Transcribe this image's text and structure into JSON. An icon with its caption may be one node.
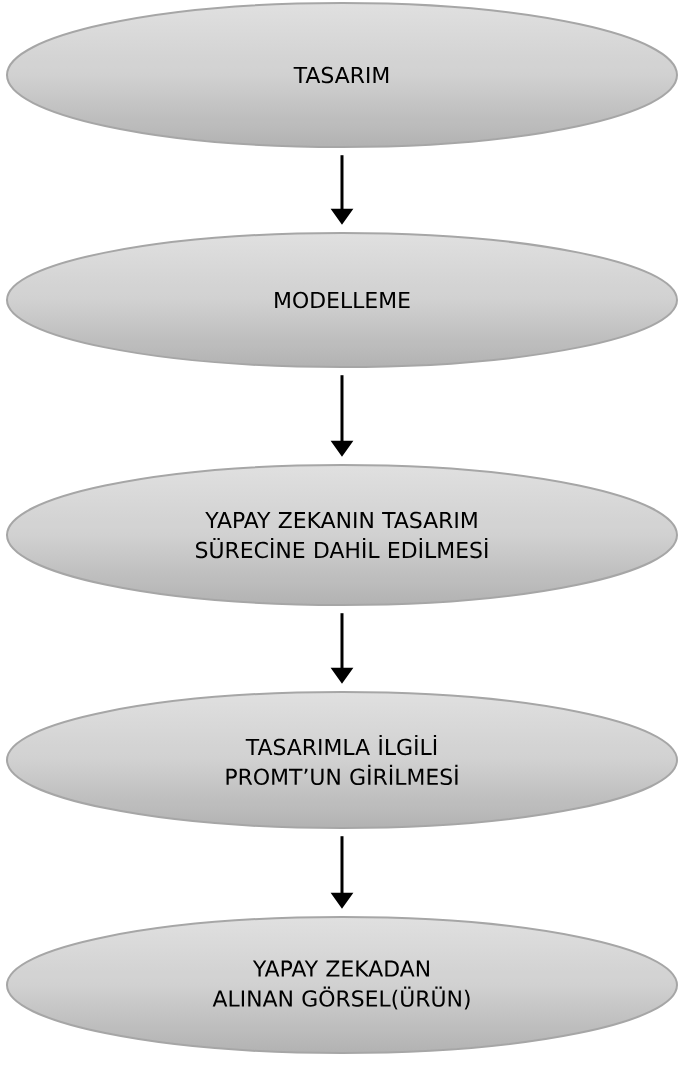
{
  "diagram": {
    "nodes": [
      {
        "text": [
          "TASARIM"
        ]
      },
      {
        "text": [
          "MODELLEME"
        ]
      },
      {
        "text": [
          "YAPAY ZEKANIN TASARIM SÜRECİNE DAHİL EDİLMESİ"
        ]
      },
      {
        "text": [
          "TASARIMLA İLGİLİ PROMT’UN GİRİLMESİ"
        ]
      },
      {
        "text": [
          "YAPAY ZEKADAN ALINAN GÖRSEL(ÜRÜN)"
        ]
      }
    ],
    "edges": [
      {
        "from": 0,
        "to": 1,
        "arrow": "to"
      },
      {
        "from": 1,
        "to": 2,
        "arrow": "to"
      },
      {
        "from": 2,
        "to": 3,
        "arrow": "to"
      },
      {
        "from": 3,
        "to": 4,
        "arrow": "to"
      }
    ]
  }
}
